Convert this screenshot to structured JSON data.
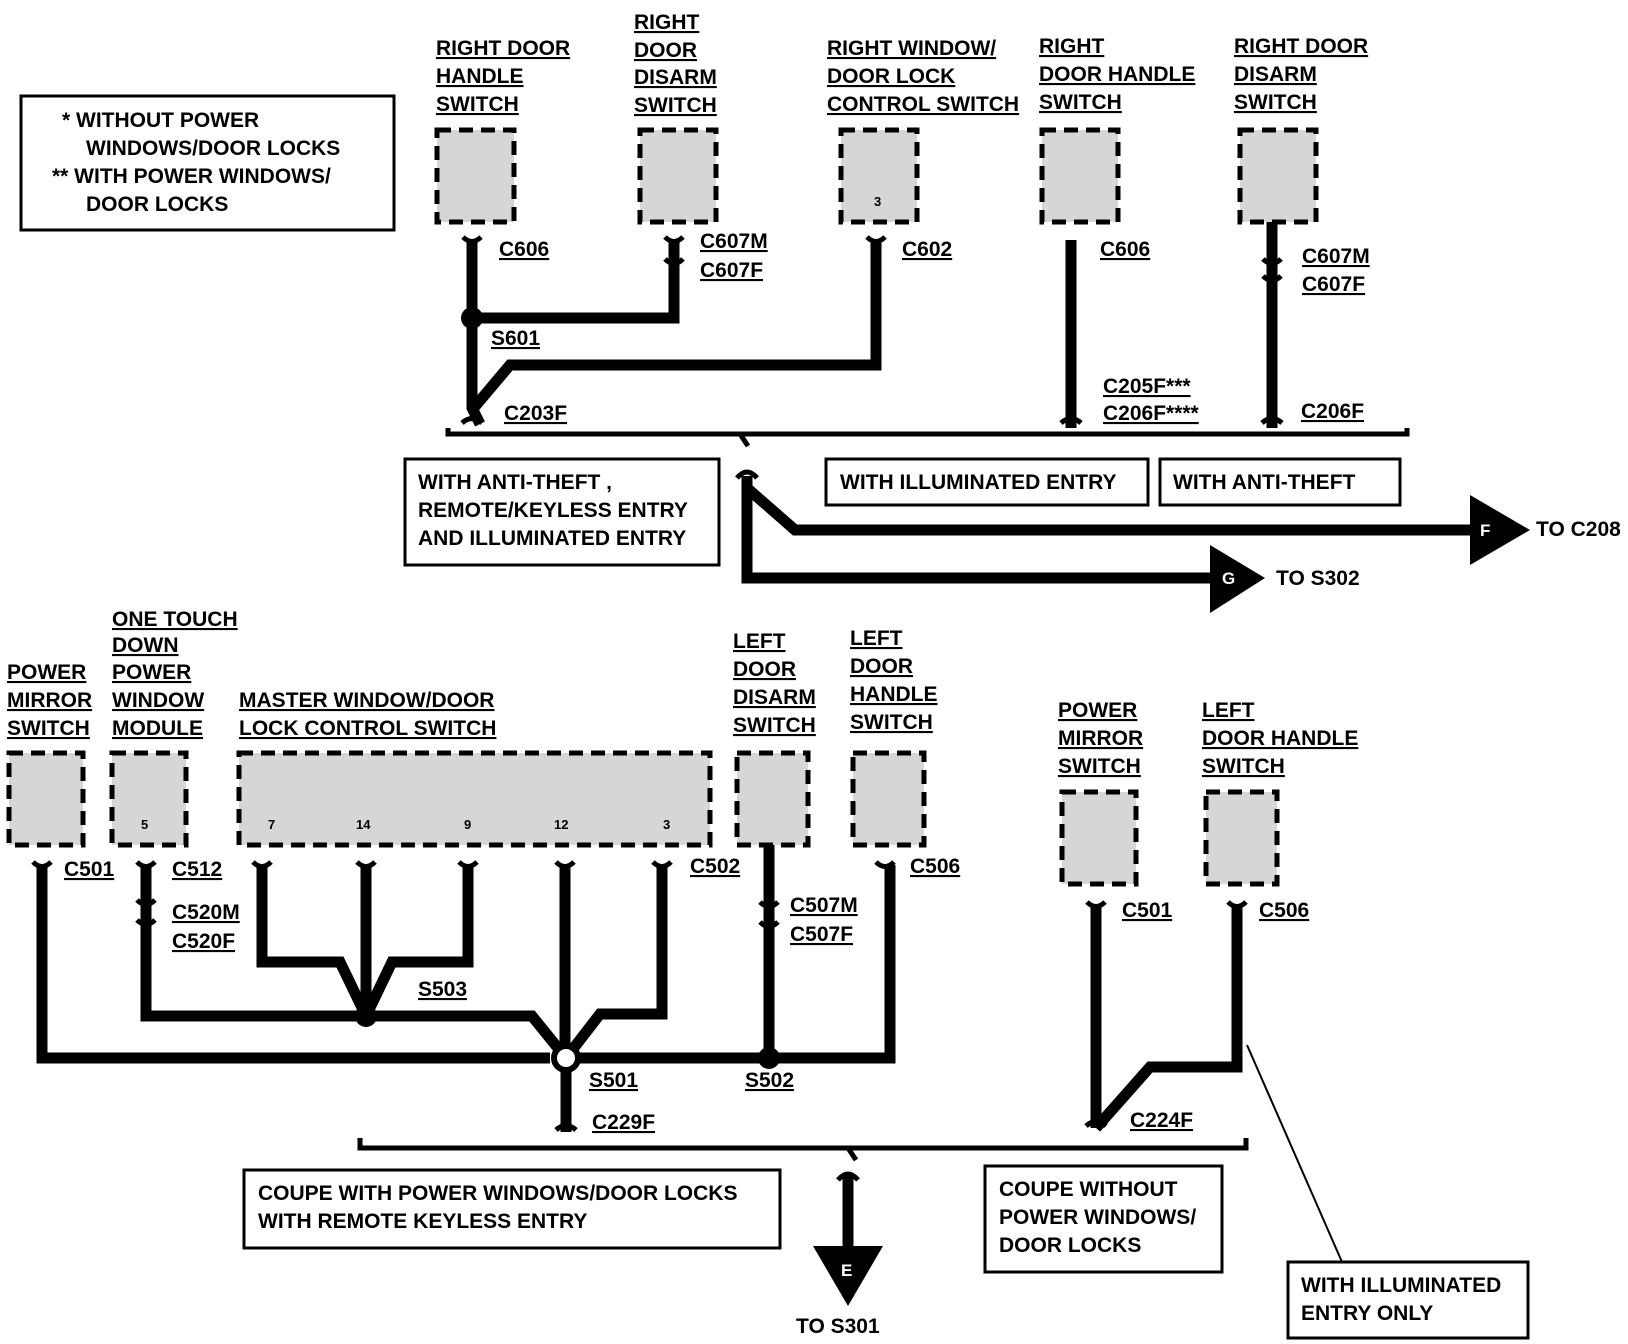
{
  "legend": {
    "line1": "*   WITHOUT POWER",
    "line2": "WINDOWS/DOOR LOCKS",
    "line3": "**  WITH POWER WINDOWS/",
    "line4": "DOOR LOCKS"
  },
  "top_components": {
    "rdhs": [
      "RIGHT DOOR",
      "HANDLE",
      "SWITCH"
    ],
    "rdds": [
      "RIGHT",
      "DOOR",
      "DISARM",
      "SWITCH"
    ],
    "rwdl": [
      "RIGHT WINDOW/",
      "DOOR LOCK",
      "CONTROL SWITCH"
    ],
    "rdhs2": [
      "RIGHT",
      "DOOR HANDLE",
      "SWITCH"
    ],
    "rdds2": [
      "RIGHT DOOR",
      "DISARM",
      "SWITCH"
    ],
    "rwdl_pin": "3"
  },
  "top_connectors": {
    "c606_a": "C606",
    "c607m_a": "C607M",
    "c607f_a": "C607F",
    "c602": "C602",
    "c606_b": "C606",
    "c607m_b": "C607M",
    "c607f_b": "C607F",
    "s601": "S601",
    "c203f": "C203F",
    "c205f": "C205F***",
    "c206f_a": "C206F****",
    "c206f_b": "C206F"
  },
  "top_notes": {
    "anti_theft_remote": [
      "WITH ANTI-THEFT ,",
      "REMOTE/KEYLESS ENTRY",
      "AND ILLUMINATED ENTRY"
    ],
    "illuminated": "WITH ILLUMINATED ENTRY",
    "anti_theft": "WITH  ANTI-THEFT"
  },
  "arrows": {
    "f_letter": "F",
    "f_dest": "TO C208",
    "g_letter": "G",
    "g_dest": "TO S302",
    "e_letter": "E",
    "e_dest": "TO S301"
  },
  "bottom_components": {
    "pms": [
      "POWER",
      "MIRROR",
      "SWITCH"
    ],
    "otd": [
      "ONE TOUCH",
      "DOWN",
      "POWER",
      "WINDOW",
      "MODULE"
    ],
    "mwdl": [
      "MASTER WINDOW/DOOR",
      "LOCK CONTROL SWITCH"
    ],
    "ldds": [
      "LEFT",
      "DOOR",
      "DISARM",
      "SWITCH"
    ],
    "ldhs": [
      "LEFT",
      "DOOR",
      "HANDLE",
      "SWITCH"
    ],
    "pms2": [
      "POWER",
      "MIRROR",
      "SWITCH"
    ],
    "ldhs2": [
      "LEFT",
      "DOOR HANDLE",
      "SWITCH"
    ],
    "otd_pin": "5",
    "mwdl_pins": [
      "7",
      "14",
      "9",
      "12",
      "3"
    ]
  },
  "bottom_connectors": {
    "c501_a": "C501",
    "c512": "C512",
    "c520m": "C520M",
    "c520f": "C520F",
    "c502": "C502",
    "c507m": "C507M",
    "c507f": "C507F",
    "c506_a": "C506",
    "s503": "S503",
    "s501": "S501",
    "s502": "S502",
    "c229f": "C229F",
    "c501_b": "C501",
    "c506_b": "C506",
    "c224f": "C224F"
  },
  "bottom_notes": {
    "coupe_with": [
      "COUPE WITH POWER WINDOWS/DOOR LOCKS",
      "WITH REMOTE KEYLESS ENTRY"
    ],
    "coupe_without": [
      "COUPE WITHOUT",
      "POWER WINDOWS/",
      "DOOR LOCKS"
    ],
    "illum_only": [
      "WITH ILLUMINATED",
      "ENTRY ONLY"
    ]
  }
}
